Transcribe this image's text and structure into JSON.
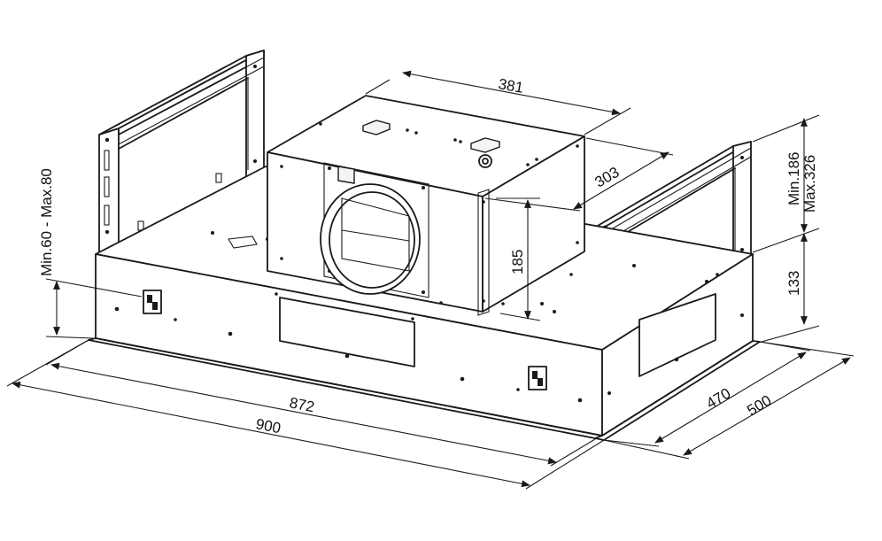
{
  "dimensions": {
    "d381": "381",
    "d303": "303",
    "d185": "185",
    "d133": "133",
    "d872": "872",
    "d900": "900",
    "d470": "470",
    "d500": "500",
    "min_max_left": "Min.60  -  Max.80",
    "min186": "Min.186",
    "max326": "Max.326"
  }
}
